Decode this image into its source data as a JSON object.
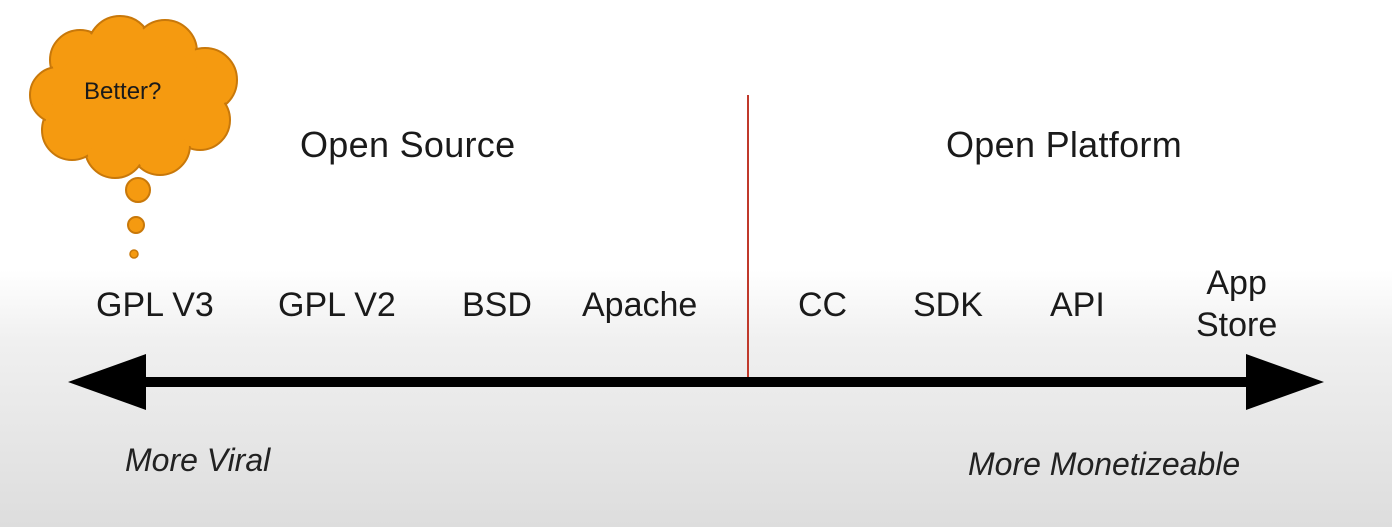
{
  "headings": {
    "left": "Open Source",
    "right": "Open Platform"
  },
  "thought_bubble": {
    "text": "Better?",
    "fill_color": "#f59a10",
    "stroke_color": "#c8780a"
  },
  "licenses": [
    {
      "label": "GPL V3"
    },
    {
      "label": "GPL V2"
    },
    {
      "label": "BSD"
    },
    {
      "label": "Apache"
    },
    {
      "label": "CC"
    },
    {
      "label": "SDK"
    },
    {
      "label": "API"
    },
    {
      "label": "App\nStore"
    }
  ],
  "captions": {
    "left": "More Viral",
    "right": "More Monetizeable"
  },
  "colors": {
    "divider": "#c0392b",
    "arrow": "#000000"
  }
}
